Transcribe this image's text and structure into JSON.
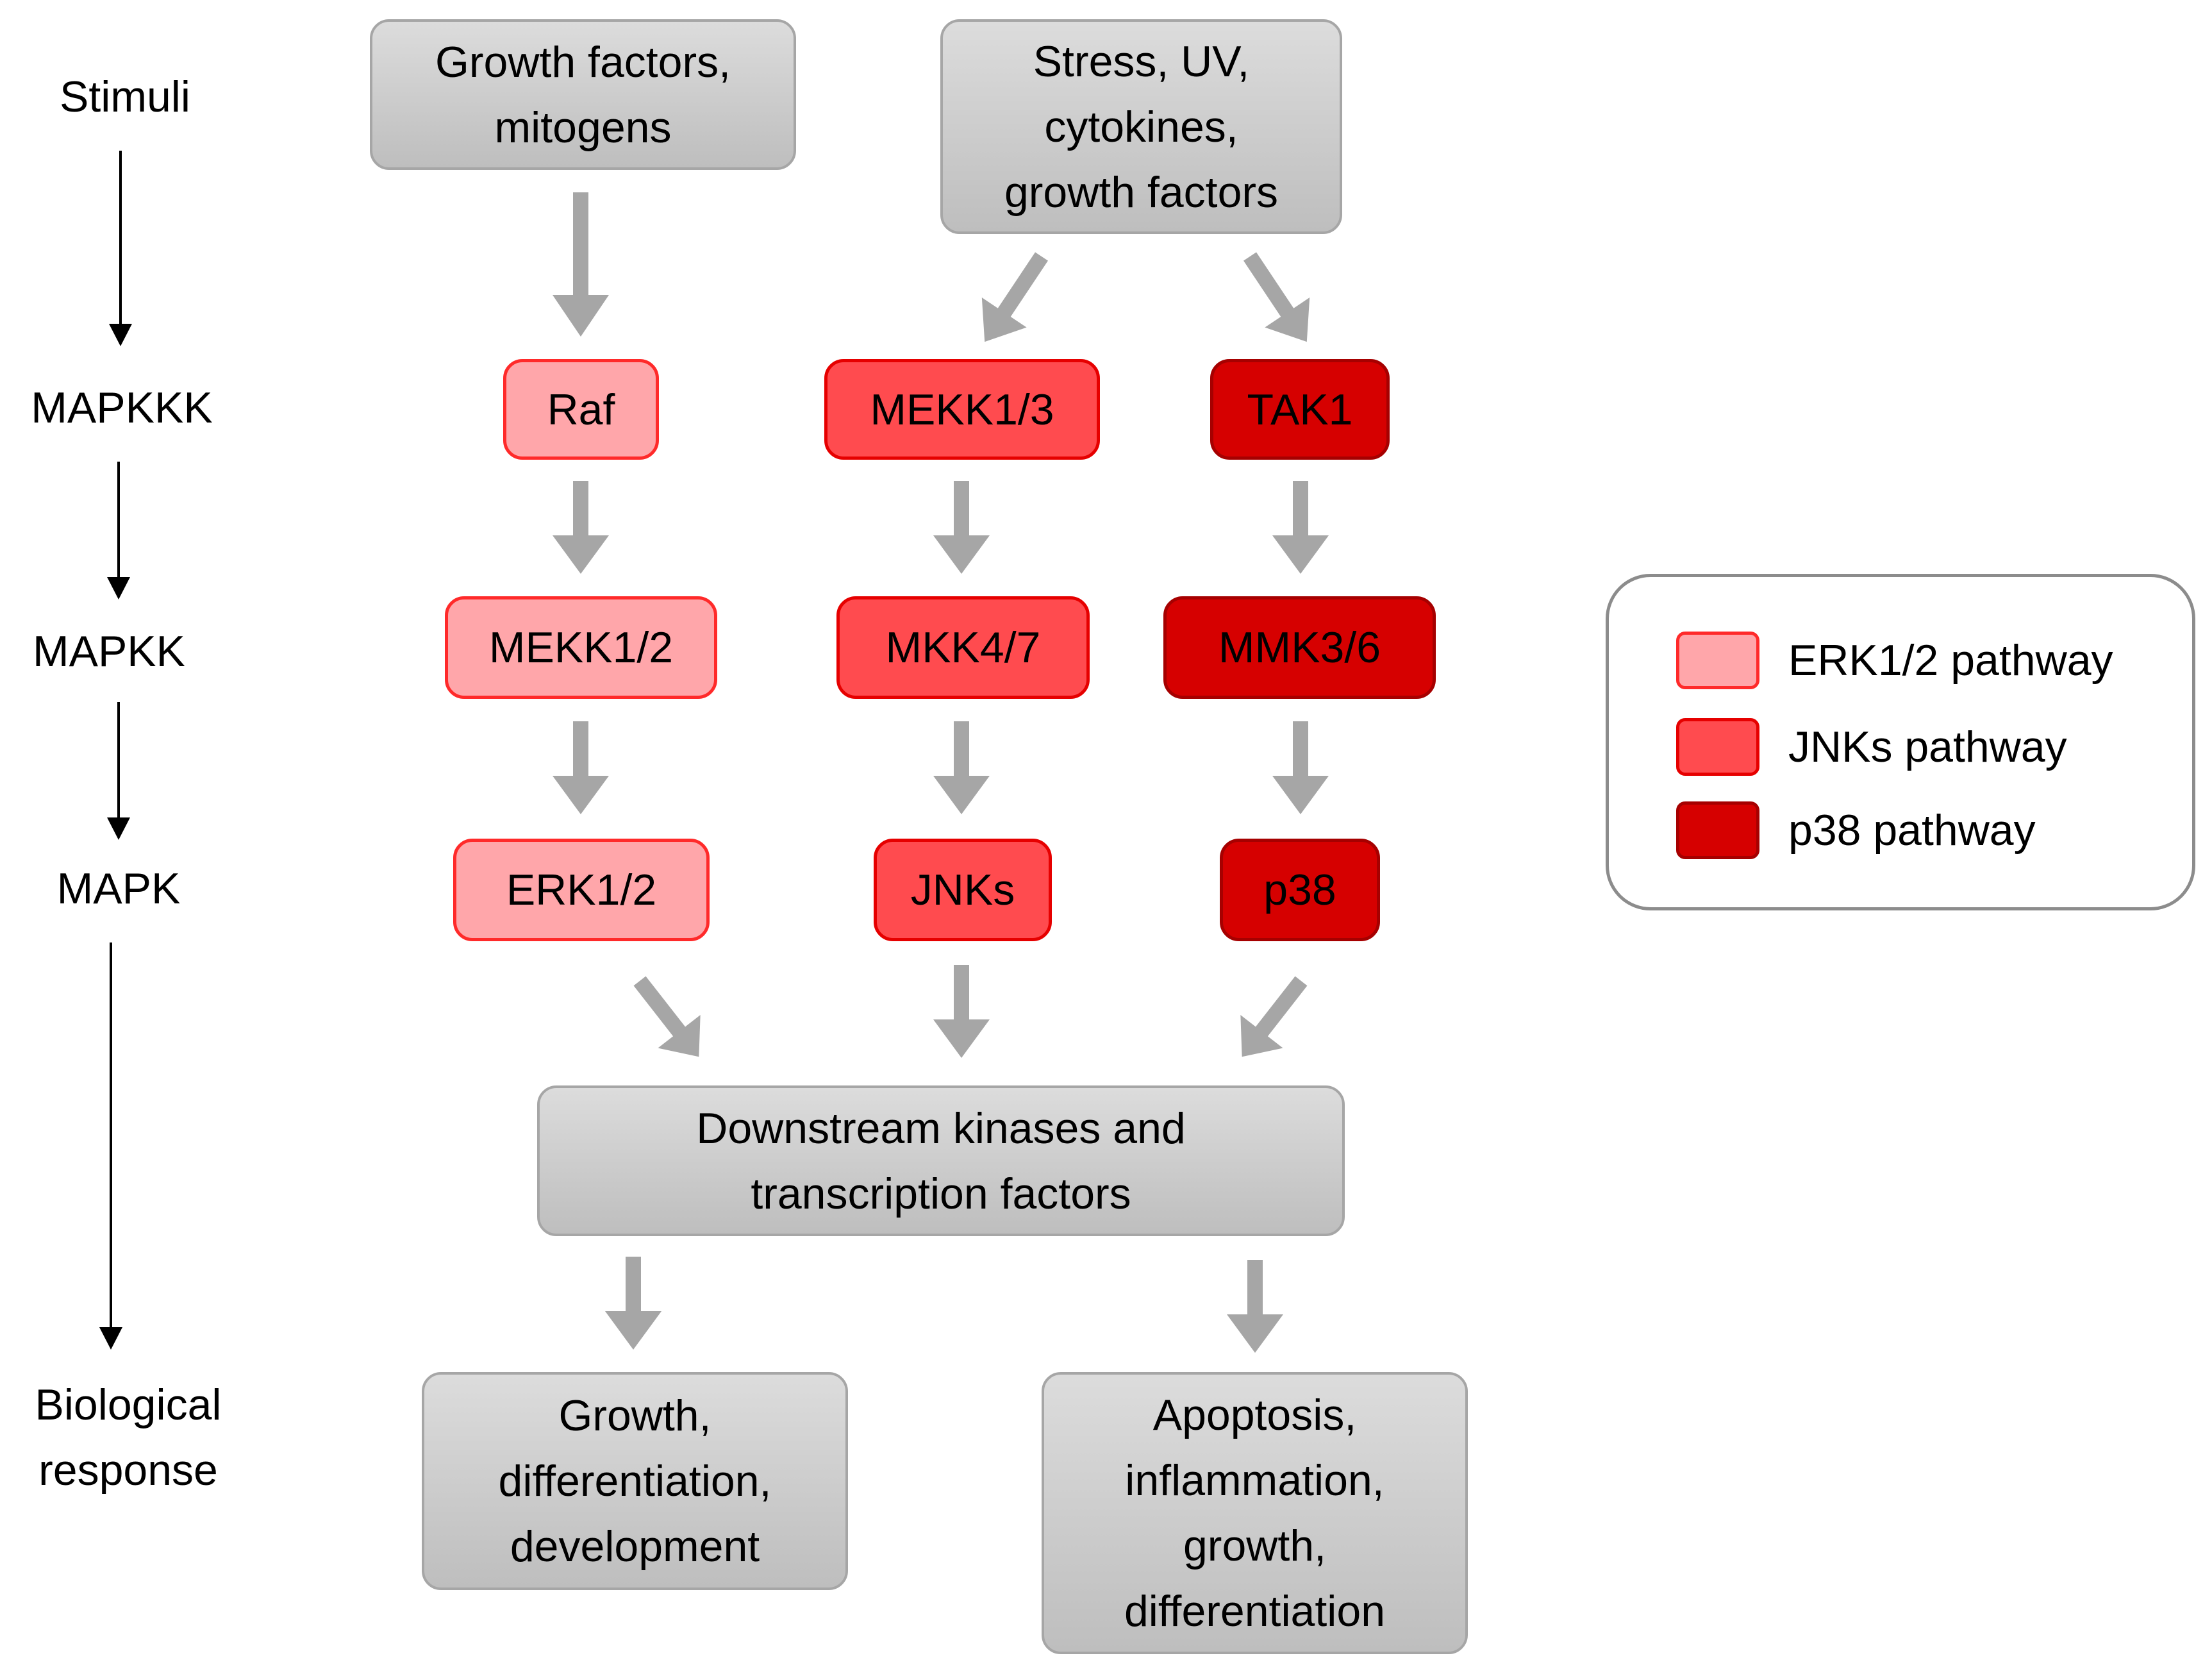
{
  "levels": {
    "stimuli": "Stimuli",
    "mapkkk": "MAPKKK",
    "mapkk": "MAPKK",
    "mapk": "MAPK",
    "response": "Biological\nresponse"
  },
  "stimuli": {
    "left": "Growth factors,\nmitogens",
    "right": "Stress, UV,\ncytokines,\ngrowth factors"
  },
  "erk_pathway": {
    "mapkkk": "Raf",
    "mapkk": "MEKK1/2",
    "mapk": "ERK1/2"
  },
  "jnk_pathway": {
    "mapkkk": "MEKK1/3",
    "mapkk": "MKK4/7",
    "mapk": "JNKs"
  },
  "p38_pathway": {
    "mapkkk": "TAK1",
    "mapkk": "MMK3/6",
    "mapk": "p38"
  },
  "downstream": "Downstream kinases and\ntranscription factors",
  "responses": {
    "left": "Growth,\ndifferentiation,\ndevelopment",
    "right": "Apoptosis,\ninflammation,\ngrowth,\ndifferentiation"
  },
  "legend": {
    "items": [
      {
        "label": "ERK1/2 pathway",
        "color": "#ffa6aa"
      },
      {
        "label": "JNKs pathway",
        "color": "#ff4b4f"
      },
      {
        "label": "p38 pathway",
        "color": "#d60000"
      }
    ]
  },
  "colors": {
    "gray_box": "#c8c8c8",
    "arrow_gray": "#a6a6a6",
    "erk": "#ffa6aa",
    "jnk": "#ff4b4f",
    "p38": "#d60000"
  }
}
